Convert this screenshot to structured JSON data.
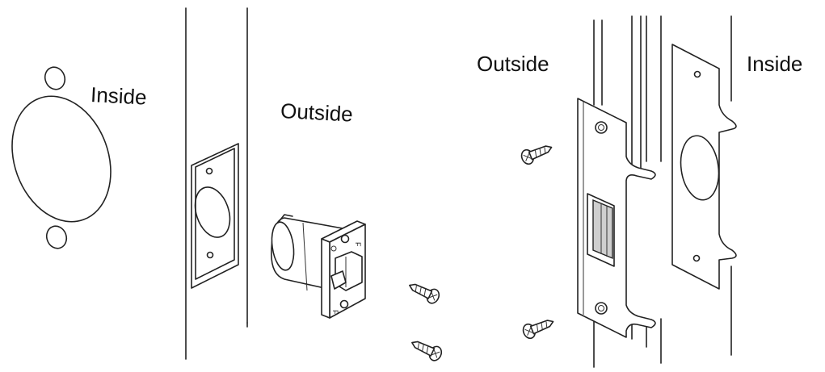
{
  "labels": {
    "inside_left": "Inside",
    "outside_middle": "Outside",
    "outside_right": "Outside",
    "inside_right": "Inside"
  },
  "latch_marks": {
    "top": "F",
    "bottom": "F"
  }
}
